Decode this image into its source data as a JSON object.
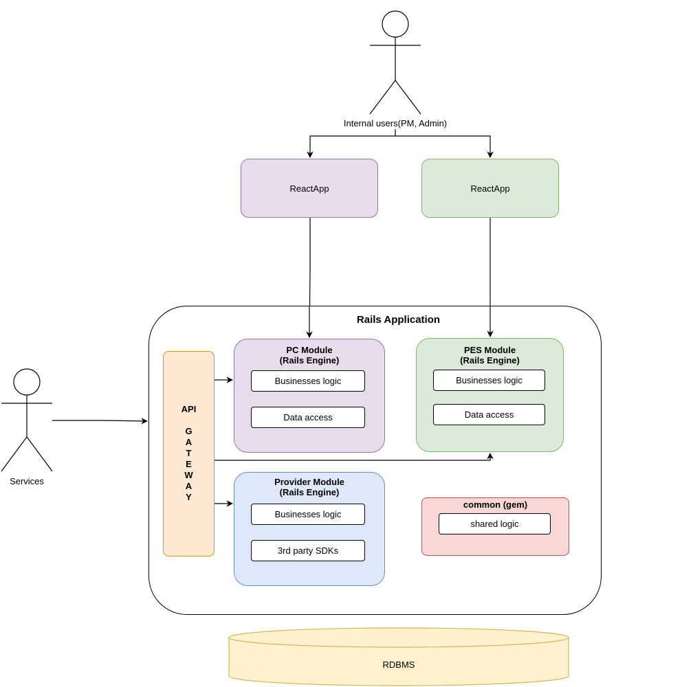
{
  "actors": {
    "internal_users": "Internal users(PM, Admin)",
    "services": "Services"
  },
  "react_apps": {
    "purple": "ReactApp",
    "green": "ReactApp"
  },
  "rails_app": {
    "title": "Rails Application"
  },
  "api_gateway": {
    "line1": "API",
    "letters": [
      "G",
      "A",
      "T",
      "E",
      "W",
      "A",
      "Y"
    ]
  },
  "pc_module": {
    "title_line1": "PC Module",
    "title_line2": "(Rails Engine)",
    "item1": "Businesses logic",
    "item2": "Data access"
  },
  "pes_module": {
    "title_line1": "PES Module",
    "title_line2": "(Rails Engine)",
    "item1": "Businesses logic",
    "item2": "Data access"
  },
  "provider_module": {
    "title_line1": "Provider Module",
    "title_line2": "(Rails Engine)",
    "item1": "Businesses logic",
    "item2": "3rd party SDKs"
  },
  "common_module": {
    "title": "common (gem)",
    "item1": "shared logic"
  },
  "database": {
    "label": "RDBMS"
  },
  "colors": {
    "purple_fill": "#e6dcec",
    "purple_stroke": "#9673a6",
    "green_fill": "#dcebd9",
    "green_stroke": "#82b366",
    "blue_fill": "#dde8f8",
    "blue_stroke": "#6c8ebf",
    "red_fill": "#f8d7d5",
    "red_stroke": "#b85450",
    "orange_fill": "#fde8d3",
    "orange_stroke": "#d79b00",
    "db_fill": "#fff2cc",
    "db_stroke": "#d6b656"
  }
}
